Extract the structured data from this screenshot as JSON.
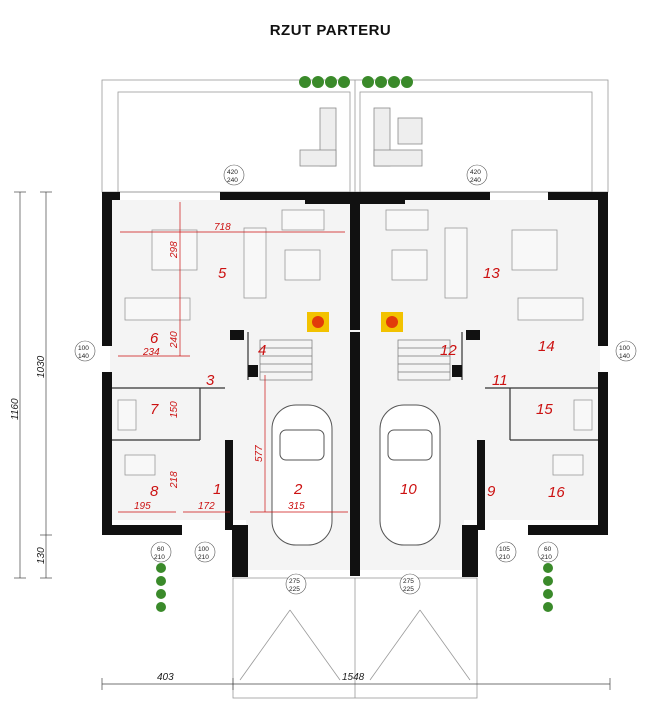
{
  "title": "RZUT PARTERU",
  "rooms": [
    {
      "id": "1",
      "label": "1"
    },
    {
      "id": "2",
      "label": "2"
    },
    {
      "id": "3",
      "label": "3"
    },
    {
      "id": "4",
      "label": "4"
    },
    {
      "id": "5",
      "label": "5"
    },
    {
      "id": "6",
      "label": "6"
    },
    {
      "id": "7",
      "label": "7"
    },
    {
      "id": "8",
      "label": "8"
    },
    {
      "id": "9",
      "label": "9"
    },
    {
      "id": "10",
      "label": "10"
    },
    {
      "id": "11",
      "label": "11"
    },
    {
      "id": "12",
      "label": "12"
    },
    {
      "id": "13",
      "label": "13"
    },
    {
      "id": "14",
      "label": "14"
    },
    {
      "id": "15",
      "label": "15"
    },
    {
      "id": "16",
      "label": "16"
    }
  ],
  "interior_dims": {
    "d718": "718",
    "d298": "298",
    "d240": "240",
    "d234": "234",
    "d150": "150",
    "d218": "218",
    "d195": "195",
    "d172": "172",
    "d577": "577",
    "d315": "315"
  },
  "overall_dims": {
    "h1160": "1160",
    "h1030": "1030",
    "h130": "130",
    "w403": "403",
    "w1548": "1548"
  },
  "openings": {
    "win_left_top": "420",
    "win_left_bot": "240",
    "win_right_top": "420",
    "win_right_bot": "240",
    "side_left_top": "100",
    "side_left_bot": "140",
    "side_right_top": "100",
    "side_right_bot": "140",
    "bottom_60_top": "60",
    "bottom_60_bot": "210",
    "door_left_top": "100",
    "door_left_bot": "210",
    "gate_left_top": "275",
    "gate_left_bot": "225",
    "gate_right_top": "275",
    "gate_right_bot": "225",
    "door_right_top": "105",
    "door_right_bot": "210",
    "bottom_60r_top": "60",
    "bottom_60r_bot": "210"
  },
  "colors": {
    "wall": "#111111",
    "room_label": "#cc1111",
    "fireplace": "#f2c200",
    "plant": "#3a8a2a"
  }
}
